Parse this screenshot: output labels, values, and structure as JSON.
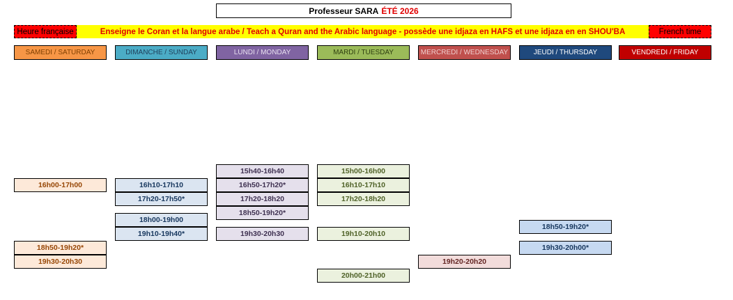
{
  "header": {
    "title_prefix": "Professeur SARA",
    "title_season": "ÉTÉ 2026"
  },
  "banner": {
    "left_label": "Heure française",
    "text": "Enseigne le Coran et la langue arabe / Teach a Quran and the Arabic language - possède une idjaza en HAFS et une idjaza en en SHOU'BA",
    "right_label": "French time"
  },
  "days": [
    {
      "label": "SAMEDI / SATURDAY",
      "bg": "#f79646",
      "fg": "#7f3f00"
    },
    {
      "label": "DIMANCHE / SUNDAY",
      "bg": "#4bacc6",
      "fg": "#1f3f5a"
    },
    {
      "label": "LUNDI / MONDAY",
      "bg": "#8064a2",
      "fg": "#e8e0f0"
    },
    {
      "label": "MARDI / TUESDAY",
      "bg": "#9bbb59",
      "fg": "#2f4010"
    },
    {
      "label": "MERCREDI / WEDNESDAY",
      "bg": "#c0504d",
      "fg": "#f0d0d0"
    },
    {
      "label": "JEUDI / THURSDAY",
      "bg": "#1f497d",
      "fg": "#ffffff"
    },
    {
      "label": "VENDREDI / FRIDAY",
      "bg": "#c00000",
      "fg": "#ffffff"
    }
  ],
  "slots": {
    "saturday": [
      "16h00-17h00",
      "18h50-19h20*",
      "19h30-20h30"
    ],
    "sunday": [
      "16h10-17h10",
      "17h20-17h50*",
      "18h00-19h00",
      "19h10-19h40*"
    ],
    "monday": [
      "15h40-16h40",
      "16h50-17h20*",
      "17h20-18h20",
      "18h50-19h20*",
      "19h30-20h30"
    ],
    "tuesday": [
      "15h00-16h00",
      "16h10-17h10",
      "17h20-18h20",
      "19h10-20h10",
      "20h00-21h00"
    ],
    "wednesday": [
      "19h20-20h20"
    ],
    "thursday": [
      "18h50-19h20*",
      "19h30-20h00*"
    ]
  },
  "colors": {
    "saturday_bg": "#fde9d9",
    "saturday_fg": "#974706",
    "sunday_bg": "#dbe5f1",
    "sunday_fg": "#17375e",
    "monday_bg": "#e5e0ec",
    "monday_fg": "#3f3151",
    "tuesday_bg": "#ebf1de",
    "tuesday_fg": "#4f6228",
    "wednesday_bg": "#f2dcdb",
    "wednesday_fg": "#632523",
    "thursday_bg": "#c6d9f1",
    "thursday_fg": "#17375e"
  }
}
